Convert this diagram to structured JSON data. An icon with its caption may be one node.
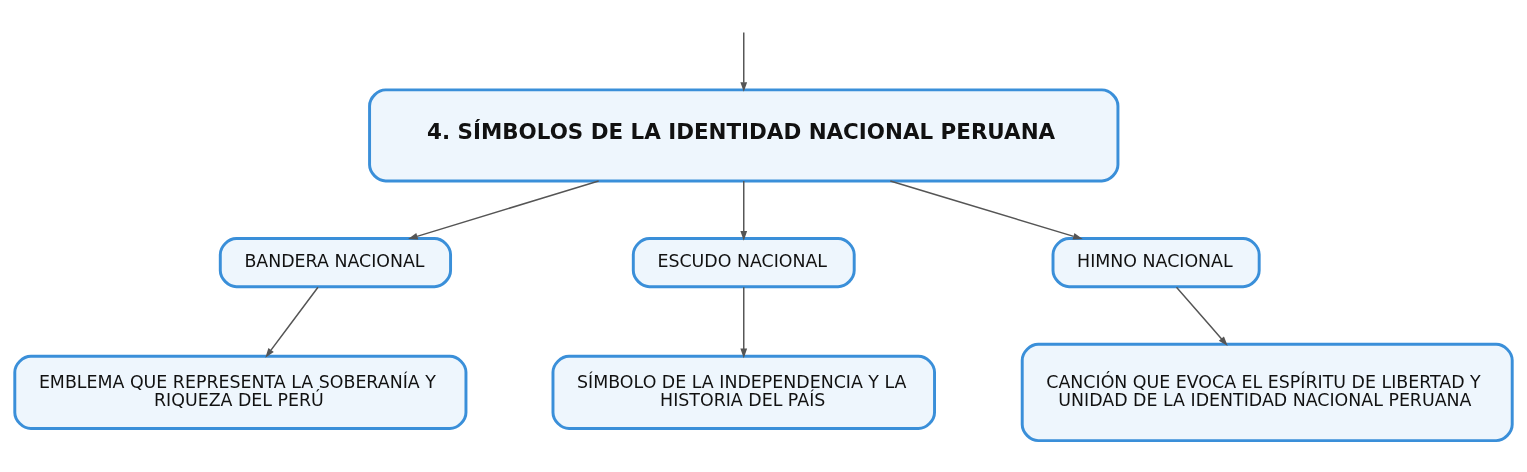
{
  "diagram": {
    "nodes": [
      {
        "text": [
          "4. SÍMBOLOS DE LA IDENTIDAD NACIONAL PERUANA"
        ]
      },
      {
        "text": [
          "BANDERA NACIONAL"
        ]
      },
      {
        "text": [
          "ESCUDO NACIONAL"
        ]
      },
      {
        "text": [
          "HIMNO NACIONAL"
        ]
      },
      {
        "text": [
          "EMBLEMA QUE REPRESENTA LA SOBERANÍA Y RIQUEZA DEL PERÚ"
        ]
      },
      {
        "text": [
          "SÍMBOLO DE LA INDEPENDENCIA Y LA HISTORIA DEL PAÍS"
        ]
      },
      {
        "text": [
          "CANCIÓN QUE EVOCA EL ESPÍRITU DE LIBERTAD Y UNIDAD DE LA IDENTIDAD NACIONAL PERUANA"
        ]
      }
    ],
    "edges": [
      {
        "from": null,
        "to": 0,
        "arrow": "to"
      },
      {
        "from": 0,
        "to": 1,
        "arrow": "to"
      },
      {
        "from": 0,
        "to": 2,
        "arrow": "to"
      },
      {
        "from": 0,
        "to": 3,
        "arrow": "to"
      },
      {
        "from": 1,
        "to": 4,
        "arrow": "to"
      },
      {
        "from": 2,
        "to": 5,
        "arrow": "to"
      },
      {
        "from": 3,
        "to": 6,
        "arrow": "to"
      }
    ]
  }
}
